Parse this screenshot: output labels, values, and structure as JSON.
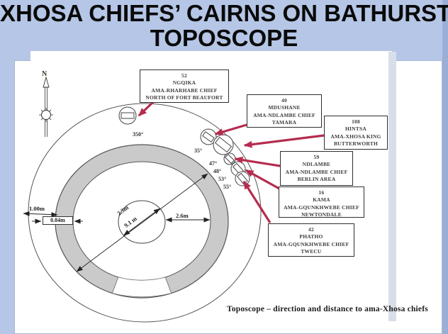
{
  "slide_title": {
    "line1": "XHOSA CHIEFS’ CAIRNS ON BATHURST",
    "line2": "TOPOSCOPE"
  },
  "diagram": {
    "north_label": "N",
    "caption": "Toposcope – direction and distance to ama-Xhosa chiefs",
    "bearings": [
      "350°",
      "35°",
      "47°",
      "48°",
      "53°",
      "55°"
    ],
    "measurements": {
      "ring_offset": "1.00m",
      "wall_width": "0.84m",
      "cairn_diameter": "2.3m",
      "inner_diameter": "9.1 m",
      "wall_clearance": "2.6m"
    },
    "chiefs": [
      {
        "distance": "52",
        "name": "NGQIKA",
        "title": "AMA-RHARHABE CHIEF",
        "location": "NORTH OF FORT BEAUFORT"
      },
      {
        "distance": "40",
        "name": "MDUSHANE",
        "title": "AMA-NDLAMBE CHIEF",
        "location": "TAMARA"
      },
      {
        "distance": "108",
        "name": "HINTSA",
        "title": "AMA-XHOSA KING",
        "location": "BUTTERWORTH"
      },
      {
        "distance": "59",
        "name": "NDLAMBE",
        "title": "AMA-NDLAMBE CHIEF",
        "location": "BERLIN AREA"
      },
      {
        "distance": "16",
        "name": "KAMA",
        "title": "AMA-GQUNKHWEBE CHIEF",
        "location": "NEWTONDALE"
      },
      {
        "distance": "42",
        "name": "PHATHO",
        "title": "AMA-GQUNKHWEBE CHIEF",
        "location": "TWECU"
      }
    ],
    "colors": {
      "slide_background": "#b5c6e6",
      "arrow_accent": "#b52c4f",
      "ring_fill": "#cacaca"
    }
  }
}
